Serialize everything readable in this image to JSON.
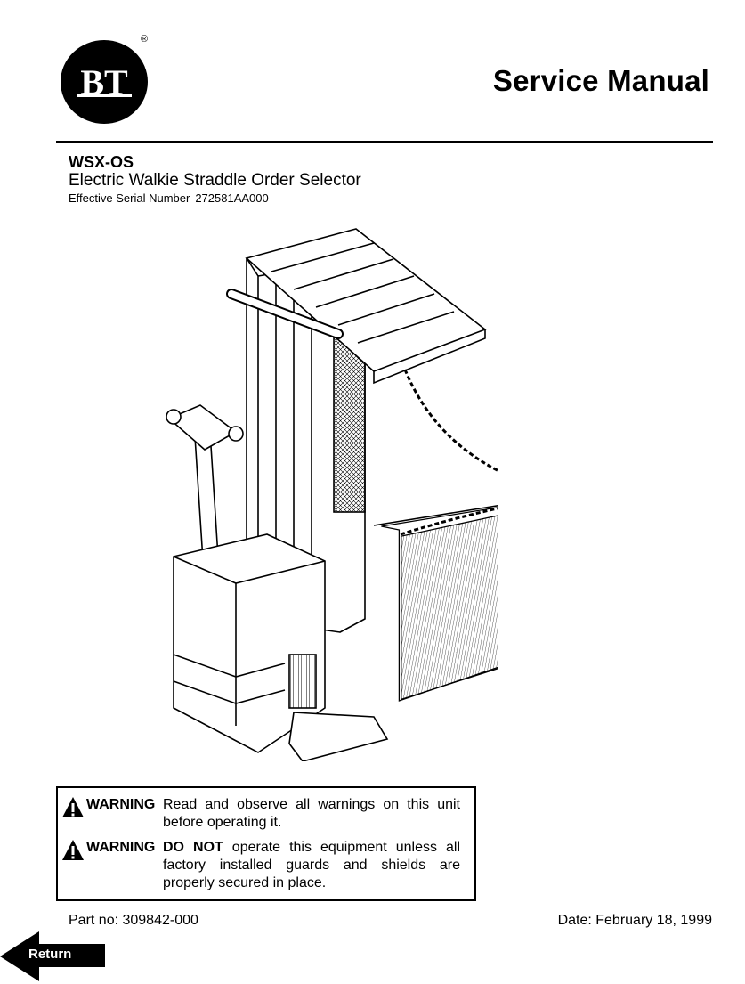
{
  "header": {
    "logo_text": "BT",
    "registered_mark": "®",
    "title": "Service Manual"
  },
  "product": {
    "model": "WSX-OS",
    "description": "Electric Walkie Straddle Order Selector",
    "serial_label": "Effective Serial Number",
    "serial_number": "272581AA000"
  },
  "illustration": {
    "icon": "order-selector-truck-illustration"
  },
  "warnings": [
    {
      "label": "WARNING",
      "text": "Read and observe all warnings on this unit before operating it."
    },
    {
      "label": "WARNING",
      "emphasis": "DO NOT",
      "text": " operate this equipment unless all factory installed guards and shields are properly secured in place."
    }
  ],
  "footer": {
    "part_number": "Part no: 309842-000",
    "date": "Date: February 18, 1999"
  },
  "navigation": {
    "return_label": "Return"
  }
}
